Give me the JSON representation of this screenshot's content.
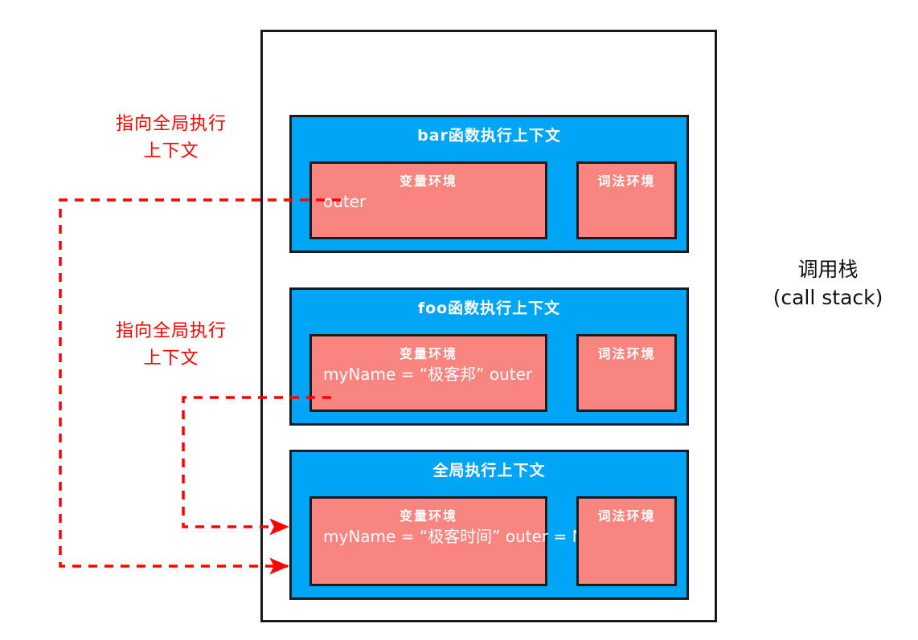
{
  "diagram": {
    "container_label": "调用栈\n(call stack)",
    "frames": [
      {
        "id": "bar",
        "title": "bar函数执行上下文",
        "variable_environment": {
          "title": "变量环境",
          "entries": "outer"
        },
        "lexical_environment": {
          "title": "词法环境",
          "entries": ""
        }
      },
      {
        "id": "foo",
        "title": "foo函数执行上下文",
        "variable_environment": {
          "title": "变量环境",
          "entries": "myName = “极客邦”\n outer"
        },
        "lexical_environment": {
          "title": "词法环境",
          "entries": ""
        }
      },
      {
        "id": "global",
        "title": "全局执行上下文",
        "variable_environment": {
          "title": "变量环境",
          "entries": "myName = “极客时间”\nouter = NULL"
        },
        "lexical_environment": {
          "title": "词法环境",
          "entries": ""
        }
      }
    ],
    "annotations": [
      {
        "id": "note-bar",
        "text": "指向全局执行\n上下文"
      },
      {
        "id": "note-foo",
        "text": "指向全局执行\n上下文"
      }
    ],
    "colors": {
      "execution_context_fill": "#00a5f5",
      "environment_fill": "#f98581",
      "stroke": "#1a1a1a",
      "annotation": "#ff0000",
      "text_on_fill": "#ffffff"
    }
  }
}
